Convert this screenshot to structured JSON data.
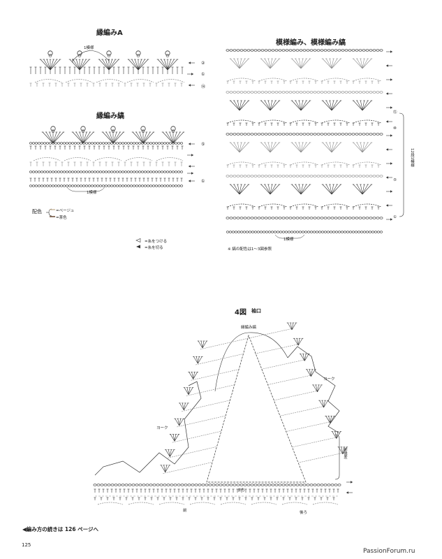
{
  "edge_a": {
    "title": "縁編みA",
    "repeat_label": "1模様",
    "row_labels": [
      "②",
      "①",
      "⑭"
    ]
  },
  "edge_stripe": {
    "title": "縁編み縞",
    "repeat_label": "1模様",
    "row_labels": [
      "⑤",
      "①"
    ]
  },
  "color_key": {
    "label": "配色",
    "items": [
      "=ベージュ",
      "=茶色"
    ]
  },
  "symbol_key": {
    "attach": "=糸をつける",
    "cut": "=糸を切る"
  },
  "pattern": {
    "title": "模様編み、模様編み縞",
    "row_labels": [
      "⑫",
      "⑩",
      "⑤",
      "①"
    ],
    "side_label": "12段1模様",
    "repeat_label": "1模様",
    "note": "※ 縞の配色は1〜3図参照"
  },
  "fig4": {
    "title": "4図",
    "subtitle": "袖口",
    "top_label": "縁編み縞",
    "yoke_left": "ヨーク",
    "yoke_right": "ヨーク",
    "side_label": "前後差",
    "gusset_label": "まち",
    "front_label": "前",
    "back_label": "後ろ"
  },
  "footer": {
    "continue_note": "◀編み方の続きは 126 ページへ",
    "page_number": "125"
  },
  "watermark": "PassionForum.ru"
}
